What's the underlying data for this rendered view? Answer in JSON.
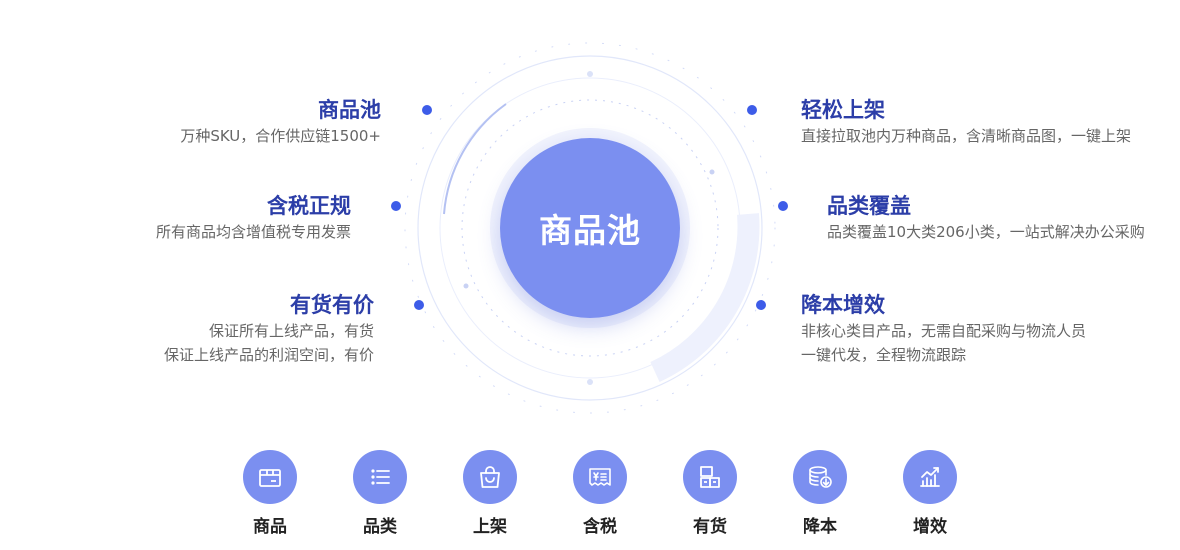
{
  "center_label": "商品池",
  "colors": {
    "accent": "#3d5ce8",
    "center": "#7b8ff0",
    "title": "#2c3ea8",
    "desc": "#666666"
  },
  "features": {
    "goods_pool": {
      "title": "商品池",
      "lines": [
        "万种SKU，合作供应链1500+"
      ]
    },
    "tax": {
      "title": "含税正规",
      "lines": [
        "所有商品均含增值税专用发票"
      ]
    },
    "stock_price": {
      "title": "有货有价",
      "lines": [
        "保证所有上线产品，有货",
        "保证上线产品的利润空间，有价"
      ]
    },
    "easy_listing": {
      "title": "轻松上架",
      "lines": [
        "直接拉取池内万种商品，含清晰商品图，一键上架"
      ]
    },
    "category": {
      "title": "品类覆盖",
      "lines": [
        "品类覆盖10大类206小类，一站式解决办公采购"
      ]
    },
    "cost": {
      "title": "降本增效",
      "lines": [
        "非核心类目产品，无需自配采购与物流人员",
        "一键代发，全程物流跟踪"
      ]
    }
  },
  "icons": [
    {
      "label": "商品",
      "icon": "box-icon"
    },
    {
      "label": "品类",
      "icon": "list-icon"
    },
    {
      "label": "上架",
      "icon": "shopping-bag-icon"
    },
    {
      "label": "含税",
      "icon": "invoice-icon"
    },
    {
      "label": "有货",
      "icon": "stock-boxes-icon"
    },
    {
      "label": "降本",
      "icon": "coins-down-icon"
    },
    {
      "label": "增效",
      "icon": "growth-chart-icon"
    }
  ]
}
